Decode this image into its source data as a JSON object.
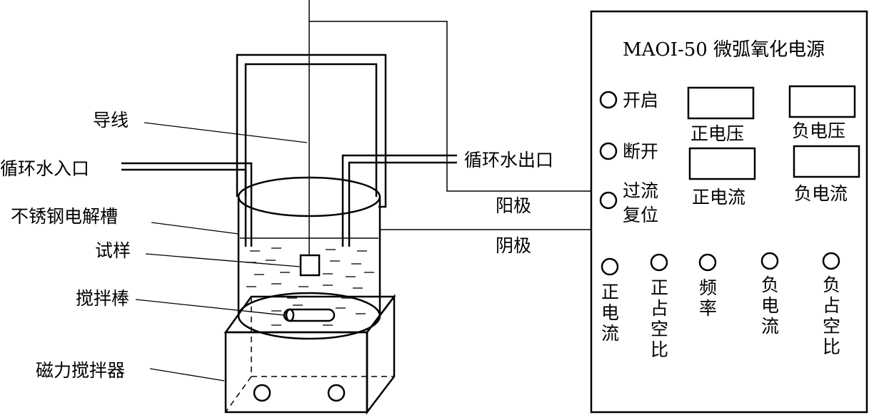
{
  "labels": {
    "wire": "导线",
    "water_inlet": "循环水入口",
    "water_outlet": "循环水出口",
    "tank": "不锈钢电解槽",
    "sample": "试样",
    "stir_bar": "搅拌棒",
    "magnetic_stirrer": "磁力搅拌器",
    "anode": "阳极",
    "cathode": "阴极"
  },
  "power_supply": {
    "title": "MAOI-50 微弧氧化电源",
    "buttons": [
      "开启",
      "断开"
    ],
    "overcurrent_reset": [
      "过流",
      "复位"
    ],
    "displays": {
      "pos_voltage": "正电压",
      "neg_voltage": "负电压",
      "pos_current": "正电流",
      "neg_current": "负电流"
    },
    "knobs": [
      {
        "label": [
          "正",
          "电",
          "流"
        ]
      },
      {
        "label": [
          "正",
          "占",
          "空",
          "比"
        ]
      },
      {
        "label": [
          "频",
          "率"
        ]
      },
      {
        "label": [
          "负",
          "电",
          "流"
        ]
      },
      {
        "label": [
          "负",
          "占",
          "空",
          "比"
        ]
      }
    ]
  }
}
